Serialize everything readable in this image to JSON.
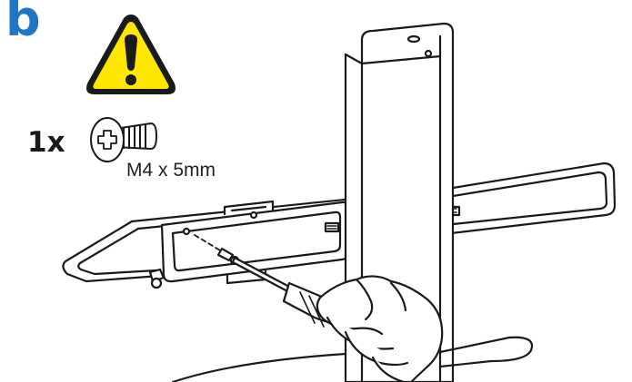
{
  "step": {
    "label": "b"
  },
  "hardware": {
    "quantity": "1x",
    "spec": "M4 x 5mm",
    "icon": "phillips-screw-icon"
  },
  "warning": {
    "icon": "warning-triangle-icon",
    "color": "#ffe600"
  },
  "colors": {
    "accent": "#1f75c6",
    "line": "#1a1a1a",
    "warning": "#ffe600"
  }
}
